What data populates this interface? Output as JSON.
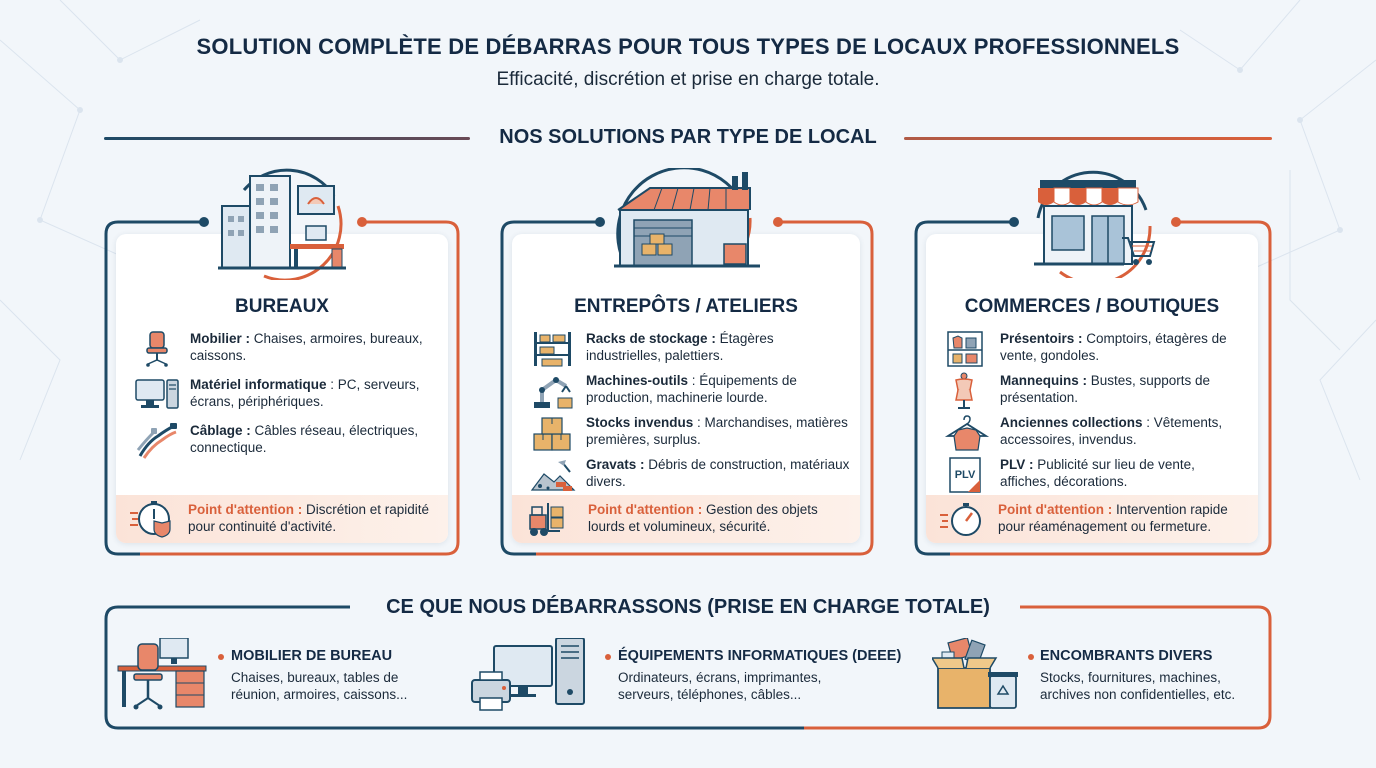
{
  "header": {
    "title": "SOLUTION COMPLÈTE DE DÉBARRAS POUR TOUS TYPES DE LOCAUX PROFESSIONNELS",
    "subtitle": "Efficacité, discrétion et prise en charge totale."
  },
  "solutions_section": {
    "title": "NOS SOLUTIONS PAR TYPE DE LOCAL"
  },
  "colors": {
    "navy": "#1e4a66",
    "orange": "#d9603b",
    "text": "#1b2a3a",
    "attention_bg": "#fbe3d8"
  },
  "cards": [
    {
      "title": "BUREAUX",
      "icon": "office-building-desk-icon",
      "items": [
        {
          "icon": "office-chair-icon",
          "label": "Mobilier :",
          "text": " Chaises, armoires, bureaux, caissons."
        },
        {
          "icon": "computer-icon",
          "label": "Matériel informatique",
          "text": " : PC, serveurs, écrans, périphériques."
        },
        {
          "icon": "cables-icon",
          "label": "Câblage :",
          "text": " Câbles réseau, électriques, connectique."
        }
      ],
      "attention": {
        "icon": "stopwatch-shield-icon",
        "label": "Point d'attention :",
        "text": " Discrétion et rapidité pour continuité d'activité."
      }
    },
    {
      "title": "ENTREPÔTS / ATELIERS",
      "icon": "warehouse-icon",
      "items": [
        {
          "icon": "storage-rack-icon",
          "label": "Racks de stockage :",
          "text": " Étagères industrielles, palettiers."
        },
        {
          "icon": "robot-arm-icon",
          "label": "Machines-outils",
          "text": " : Équipements de production, machinerie lourde."
        },
        {
          "icon": "boxes-icon",
          "label": "Stocks invendus",
          "text": " : Marchandises, matières premières, surplus."
        },
        {
          "icon": "rubble-icon",
          "label": "Gravats :",
          "text": " Débris de construction, matériaux divers."
        }
      ],
      "attention": {
        "icon": "forklift-icon",
        "label": "Point d'attention :",
        "text": " Gestion des objets lourds et volumineux, sécurité."
      }
    },
    {
      "title": "COMMERCES / BOUTIQUES",
      "icon": "shop-storefront-icon",
      "items": [
        {
          "icon": "display-shelf-icon",
          "label": "Présentoirs :",
          "text": " Comptoirs, étagères de vente, gondoles."
        },
        {
          "icon": "mannequin-icon",
          "label": "Mannequins :",
          "text": " Bustes, supports de présentation."
        },
        {
          "icon": "hanger-icon",
          "label": "Anciennes collections",
          "text": " : Vêtements, accessoires, invendus."
        },
        {
          "icon": "plv-sign-icon",
          "plv_text": "PLV",
          "label": "PLV :",
          "text": " Publicité sur lieu de vente, affiches, décorations."
        }
      ],
      "attention": {
        "icon": "stopwatch-icon",
        "label": "Point d'attention :",
        "text": " Intervention rapide pour réaménagement ou fermeture."
      }
    }
  ],
  "bottom_section": {
    "title": "CE QUE NOUS DÉBARRASSONS (PRISE EN CHARGE TOTALE)",
    "items": [
      {
        "icon": "office-desk-chair-icon",
        "title": "MOBILIER DE BUREAU",
        "text": "Chaises, bureaux, tables de réunion, armoires, caissons..."
      },
      {
        "icon": "computer-printer-icon",
        "title": "ÉQUIPEMENTS INFORMATIQUES (DEEE)",
        "text": "Ordinateurs, écrans, imprimantes, serveurs, téléphones, câbles..."
      },
      {
        "icon": "box-recycle-icon",
        "title": "ENCOMBRANTS DIVERS",
        "text": "Stocks, fournitures, machines, archives non confidentielles, etc."
      }
    ]
  }
}
